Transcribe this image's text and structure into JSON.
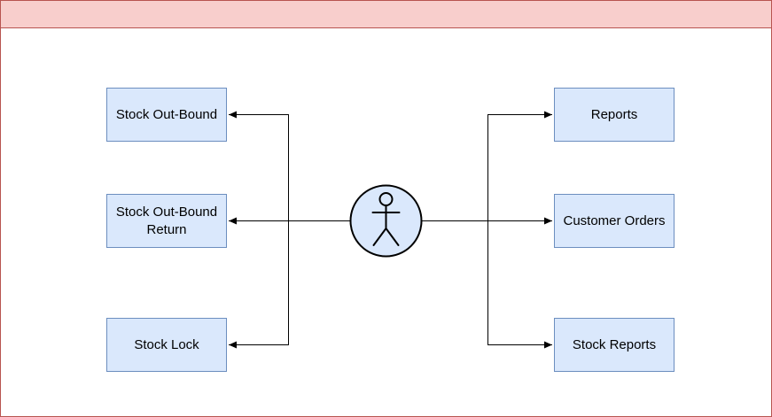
{
  "header": {
    "title": ""
  },
  "colors": {
    "header_fill": "#f8cecc",
    "header_stroke": "#b85450",
    "box_fill": "#dae8fc",
    "box_stroke": "#6c8ebf",
    "actor_fill": "#dae8fc",
    "line": "#000000"
  },
  "actor": {
    "icon": "person-icon",
    "label": ""
  },
  "left_boxes": [
    {
      "label": "Stock Out-Bound"
    },
    {
      "label": "Stock Out-Bound Return"
    },
    {
      "label": "Stock Lock"
    }
  ],
  "right_boxes": [
    {
      "label": "Reports"
    },
    {
      "label": "Customer Orders"
    },
    {
      "label": "Stock Reports"
    }
  ]
}
